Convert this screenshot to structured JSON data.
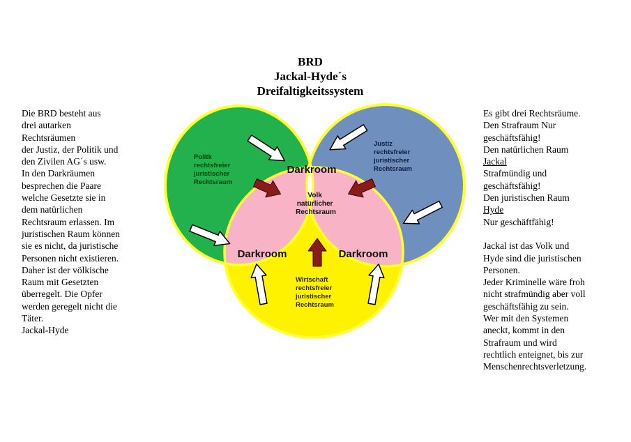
{
  "title": {
    "line1": "BRD",
    "line2": "Jackal-Hyde´s",
    "line3": "Dreifaltigkeitssystem"
  },
  "left_text": [
    "Die BRD besteht aus",
    "drei autarken",
    "Rechtsräumen",
    "der Justiz, der Politik und",
    "den Zivilen AG´s usw.",
    "In den Darkräumen",
    "besprechen die Paare",
    "welche Gesetzte sie in",
    "dem natürlichen",
    "Rechtsraum erlassen. Im",
    "juristischen Raum können",
    "sie es nicht, da juristische",
    "Personen nicht existieren.",
    "Daher ist der völkische",
    "Raum mit Gesetzten",
    "überregelt. Die Opfer",
    "werden geregelt nicht die",
    "Täter.",
    "Jackal-Hyde"
  ],
  "right_text": {
    "l1": "Es gibt drei Rechtsräume.",
    "l2": "Den Strafraum Nur",
    "l3": "geschäftsfähig!",
    "l4": "Den natürlichen Raum",
    "l5": "Jackal",
    "l6": "Strafmündig und",
    "l7": "geschäftsfähig!",
    "l8": "Den juristischen Raum",
    "l9": "Hyde",
    "l10": "Nur geschäftfähig!",
    "l11": "Jackal ist das Volk und",
    "l12": "Hyde sind die juristischen",
    "l13": "Personen.",
    "l14": "Jeder Kriminelle wäre froh",
    "l15": "nicht strafmündig aber voll",
    "l16": "geschäftsfähig zu sein.",
    "l17": "Wer mit den Systemen",
    "l18": "aneckt, kommt in den",
    "l19": "Strafraum und wird",
    "l20": "rechtlich enteignet, bis zur",
    "l21": "Menschenrechtsverletzung."
  },
  "diagram": {
    "politik": [
      "Politk",
      "rechtsfreier",
      "juristischer",
      "Rechtsraum"
    ],
    "justiz": [
      "Justiz",
      "rechtsfreier",
      "juristischer",
      "Rechtsraum"
    ],
    "wirtschaft": [
      "Wirtschaft",
      "rechtsfreier",
      "juristischer",
      "Rechtsraum"
    ],
    "center": [
      "Volk",
      "natürlicher",
      "Rechtsraum"
    ],
    "darkroom_top": "Darkroom",
    "darkroom_left": "Darkroom",
    "darkroom_right": "Darkroom",
    "colors": {
      "politik": "#22b14c",
      "justiz": "#6f8fbf",
      "wirtschaft": "#fff200",
      "darkroom": "#f9b3c7",
      "center": "#ffffff",
      "outline": "#ffff33",
      "arrow_red": "#8b1a1a",
      "arrow_white": "#ffffff"
    }
  }
}
